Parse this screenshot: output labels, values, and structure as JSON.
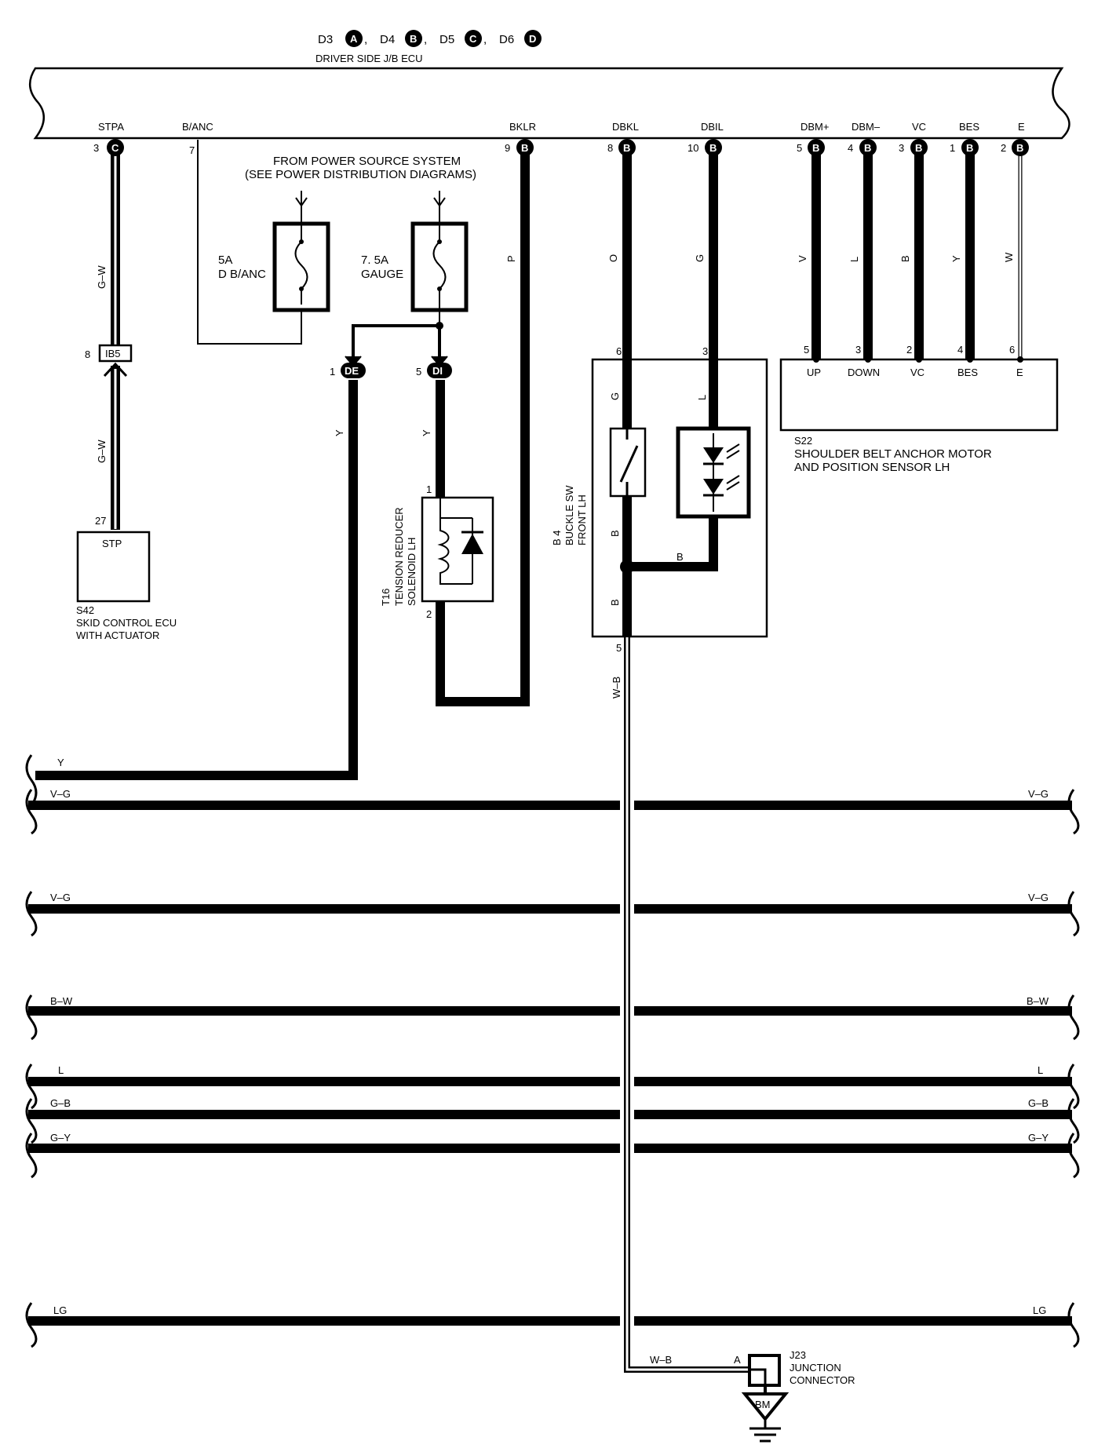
{
  "header": {
    "connectors": [
      {
        "prefix": "D3",
        "letter": "A",
        "sep": ","
      },
      {
        "prefix": "D4",
        "letter": "B",
        "sep": ","
      },
      {
        "prefix": "D5",
        "letter": "C",
        "sep": ","
      },
      {
        "prefix": "D6",
        "letter": "D",
        "sep": ""
      }
    ],
    "ecu_name": "DRIVER SIDE J/B ECU"
  },
  "ecu_terminals": [
    {
      "name": "STPA",
      "pin": "3",
      "conn": "C"
    },
    {
      "name": "B/ANC",
      "pin": "7",
      "conn": ""
    },
    {
      "name": "BKLR",
      "pin": "9",
      "conn": "B"
    },
    {
      "name": "DBKL",
      "pin": "8",
      "conn": "B"
    },
    {
      "name": "DBIL",
      "pin": "10",
      "conn": "B"
    },
    {
      "name": "DBM+",
      "pin": "5",
      "conn": "B"
    },
    {
      "name": "DBM–",
      "pin": "4",
      "conn": "B"
    },
    {
      "name": "VC",
      "pin": "3",
      "conn": "B"
    },
    {
      "name": "BES",
      "pin": "1",
      "conn": "B"
    },
    {
      "name": "E",
      "pin": "2",
      "conn": "B"
    }
  ],
  "power_source": {
    "line1": "FROM POWER SOURCE SYSTEM",
    "line2": "(SEE POWER DISTRIBUTION DIAGRAMS)"
  },
  "fuses": [
    {
      "rating": "5A",
      "name": "D B/ANC"
    },
    {
      "rating": "7. 5A",
      "name": "GAUGE"
    }
  ],
  "wire_colors": {
    "stpa_upper": "G–W",
    "stpa_lower": "G–W",
    "bklr": "P",
    "dbkl": "O",
    "dbil": "G",
    "dbm_plus": "V",
    "dbm_minus": "L",
    "vc": "B",
    "bes": "Y",
    "e": "W",
    "de_wire": "Y",
    "di_wire": "Y",
    "buckle_g": "G",
    "buckle_l": "L",
    "buckle_b1": "B",
    "buckle_b2": "B",
    "buckle_b_junction": "B",
    "ground_wire": "W–B",
    "ground_wire2": "W–B"
  },
  "junction_ib5": {
    "pin": "8",
    "label": "IB5"
  },
  "junction_de": {
    "pin": "1",
    "label": "DE"
  },
  "junction_di": {
    "pin": "5",
    "label": "DI"
  },
  "skid_ecu": {
    "pin": "27",
    "terminal": "STP",
    "code": "S42",
    "line1": "SKID CONTROL ECU",
    "line2": "WITH ACTUATOR"
  },
  "tension_reducer": {
    "code": "T16",
    "line1": "TENSION REDUCER",
    "line2": "SOLENOID LH",
    "pin_top": "1",
    "pin_bottom": "2"
  },
  "buckle_sw": {
    "code": "B 4",
    "line1": "BUCKLE SW",
    "line2": "FRONT LH",
    "pin_g": "6",
    "pin_l": "3",
    "pin_b": "5"
  },
  "shoulder_belt": {
    "code": "S22",
    "line1": "SHOULDER BELT ANCHOR MOTOR",
    "line2": "AND POSITION SENSOR LH",
    "pins": [
      {
        "pin": "5",
        "name": "UP"
      },
      {
        "pin": "3",
        "name": "DOWN"
      },
      {
        "pin": "2",
        "name": "VC"
      },
      {
        "pin": "4",
        "name": "BES"
      },
      {
        "pin": "6",
        "name": "E"
      }
    ]
  },
  "bus_wires": [
    {
      "left": "Y",
      "right": ""
    },
    {
      "left": "V–G",
      "right": "V–G"
    },
    {
      "left": "V–G",
      "right": "V–G"
    },
    {
      "left": "B–W",
      "right": "B–W"
    },
    {
      "left": "L",
      "right": "L"
    },
    {
      "left": "G–B",
      "right": "G–B"
    },
    {
      "left": "G–Y",
      "right": "G–Y"
    },
    {
      "left": "LG",
      "right": "LG"
    }
  ],
  "junction_connector": {
    "code": "J23",
    "line1": "JUNCTION",
    "line2": "CONNECTOR",
    "pin": "A"
  },
  "ground": {
    "label": "BM"
  }
}
